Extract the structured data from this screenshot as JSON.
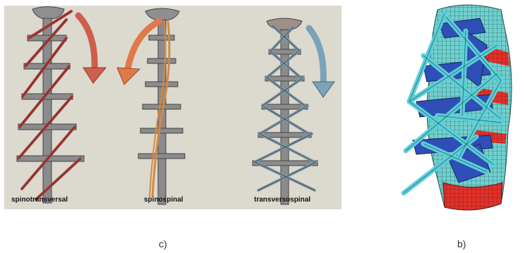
{
  "figure_c": {
    "labels": {
      "spinotransversal": "spinotransversal",
      "spinospinal": "spinospinal",
      "transversospinal": "transversospinal"
    },
    "caption": "c)",
    "colors": {
      "spinotransversal": "#a8413d",
      "spinospinal": "#d58a3e",
      "transversospinal": "#7f97a5",
      "vertebra": "#8b8b8d",
      "background": "#dcd9cf"
    }
  },
  "figure_b": {
    "caption": "b)",
    "colors": {
      "struts": "#5ccfd8",
      "body": "#2f4fb8",
      "mesh": "#6fd0cf",
      "red": "#e0322a"
    }
  }
}
